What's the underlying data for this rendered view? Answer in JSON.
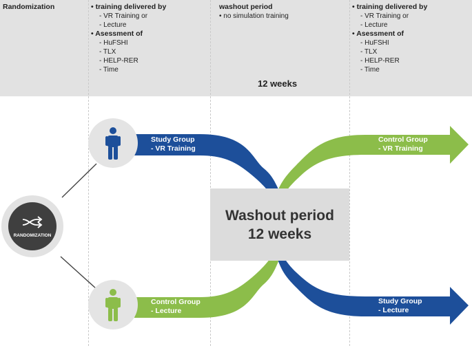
{
  "header": {
    "col1": {
      "title": "Randomization"
    },
    "col2": {
      "bullet1": "• training delivered by",
      "bullet1_items": [
        "- VR Training or",
        "- Lecture"
      ],
      "bullet2": "• Asessment of",
      "bullet2_items": [
        "- HuFSHI",
        "- TLX",
        "- HELP-RER",
        "- Time"
      ]
    },
    "col3": {
      "title": "washout period",
      "item": "• no simulation training",
      "weeks": "12 weeks"
    },
    "col4": {
      "bullet1": "• training delivered by",
      "bullet1_items": [
        "- VR Training or",
        "- Lecture"
      ],
      "bullet2": "• Asessment of",
      "bullet2_items": [
        "- HuFSHI",
        "- TLX",
        "- HELP-RER",
        "- Time"
      ]
    }
  },
  "randomization": {
    "label": "RANDOMIZATION",
    "icon": "shuffle-icon"
  },
  "flows": {
    "top_left": [
      "Study Group",
      "- VR Training"
    ],
    "bottom_left": [
      "Control Group",
      "- Lecture"
    ],
    "top_right": [
      "Control Group",
      "- VR Training"
    ],
    "bottom_right": [
      "Study Group",
      "- Lecture"
    ]
  },
  "washout_box": {
    "line1": "Washout period",
    "line2": "12 weeks"
  },
  "colors": {
    "blue": "#1d4f9a",
    "green": "#8cbd4a",
    "dark": "#3f3f3f",
    "light_gray": "#e2e2e2"
  }
}
